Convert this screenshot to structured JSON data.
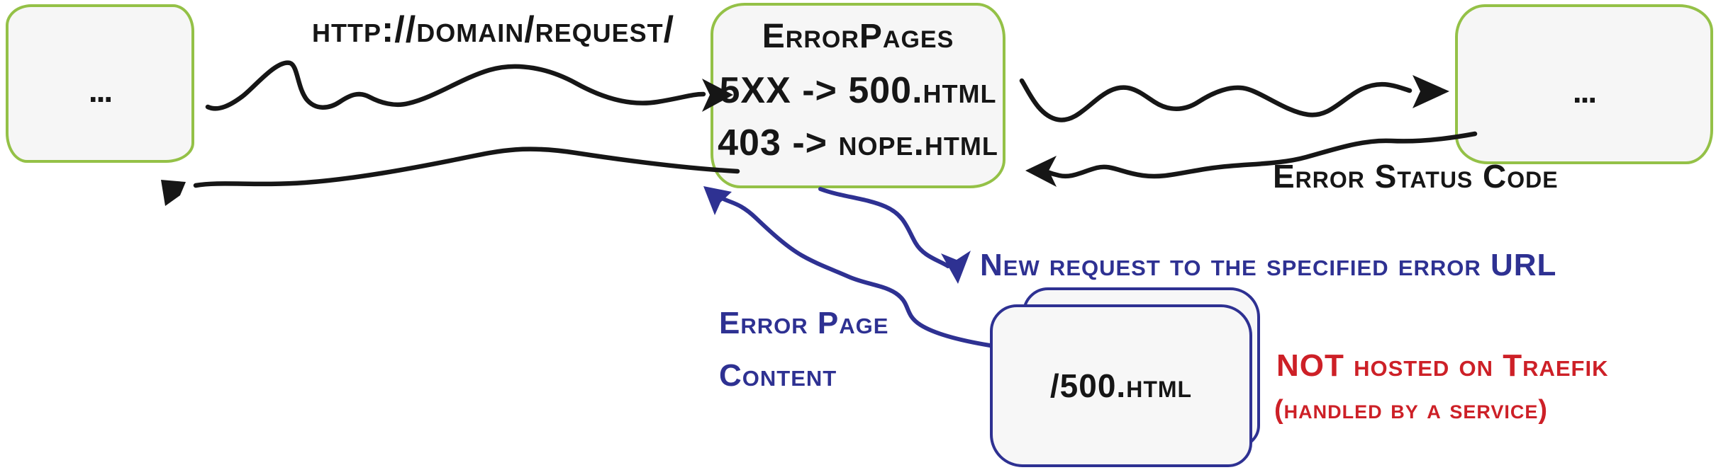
{
  "colors": {
    "box_border_green": "#94c147",
    "box_fill": "#f6f6f6",
    "ink_black": "#161616",
    "annotation_blue": "#2e3192",
    "annotation_red": "#cd2027"
  },
  "boxes": {
    "client": {
      "label": "..."
    },
    "errorpages": {
      "title": "ErrorPages",
      "mappings": [
        "5XX -> 500.html",
        "403 -> nope.html"
      ]
    },
    "service": {
      "label": "..."
    },
    "error_page": {
      "label": "/500.html"
    }
  },
  "labels": {
    "request_url": "http://domain/request/",
    "error_status_code": "Error Status Code",
    "new_request": "New request to the specified error URL",
    "error_page_content_line1": "Error Page",
    "error_page_content_line2": "Content",
    "not_hosted_line1": "NOT hosted on Traefik",
    "not_hosted_line2": "(handled by a service)"
  },
  "arrows": [
    {
      "name": "request",
      "color": "black",
      "from": "client",
      "to": "errorpages"
    },
    {
      "name": "response",
      "color": "black",
      "from": "errorpages",
      "to": "client"
    },
    {
      "name": "forwarded-request",
      "color": "black",
      "from": "errorpages",
      "to": "service"
    },
    {
      "name": "error-status-code",
      "color": "black",
      "from": "service",
      "to": "errorpages"
    },
    {
      "name": "new-request",
      "color": "blue",
      "from": "errorpages",
      "to": "error_page"
    },
    {
      "name": "error-page-content",
      "color": "blue",
      "from": "error_page",
      "to": "errorpages"
    }
  ]
}
